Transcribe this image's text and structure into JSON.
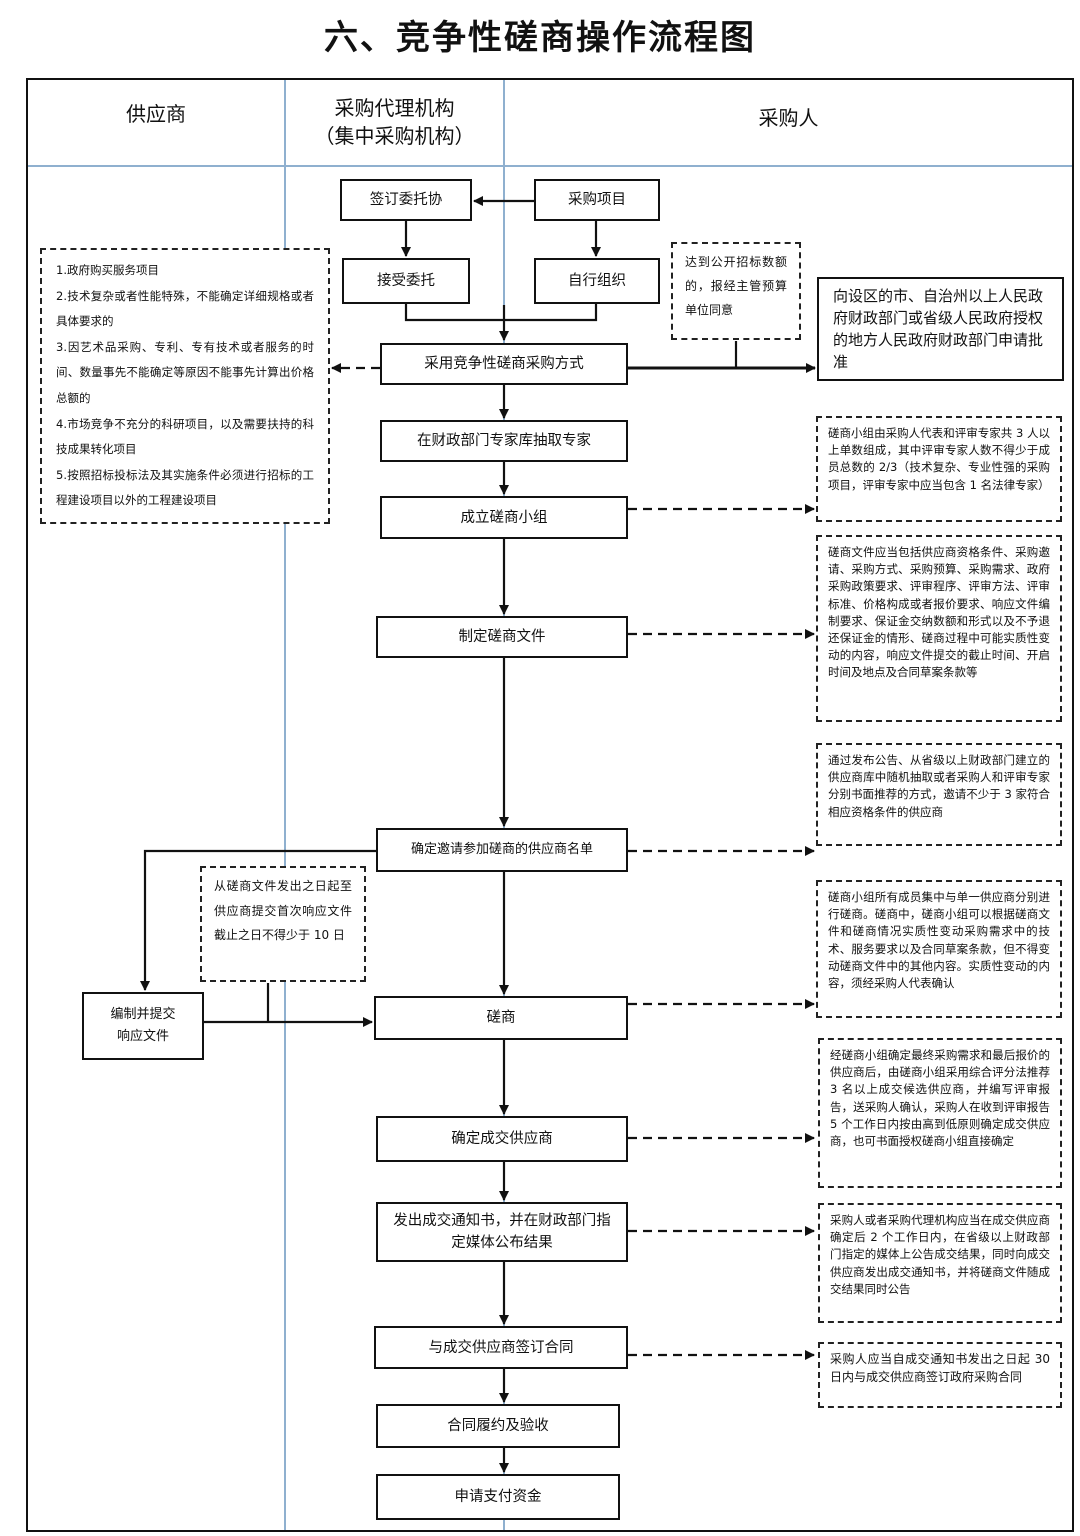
{
  "title": "六、竞争性磋商操作流程图",
  "lanes": {
    "supplier": "供应商",
    "agency_line1": "采购代理机构",
    "agency_line2": "（集中采购机构）",
    "purchaser": "采购人"
  },
  "boxes": {
    "sign_entrust": "签订委托协",
    "purchase_project": "采购项目",
    "accept_entrust": "接受委托",
    "self_organize": "自行组织",
    "approval_request": "向设区的市、自治州以上人民政府财政部门或省级人民政府授权的地方人民政府财政部门申请批准",
    "adopt_method": "采用竞争性磋商采购方式",
    "draw_experts": "在财政部门专家库抽取专家",
    "form_group": "成立磋商小组",
    "draft_docs": "制定磋商文件",
    "invite_list": "确定邀请参加磋商的供应商名单",
    "prepare_response_line1": "编制并提交",
    "prepare_response_line2": "响应文件",
    "consultation": "磋商",
    "determine_supplier": "确定成交供应商",
    "issue_notice": "发出成交通知书，并在财政部门指定媒体公布结果",
    "sign_contract": "与成交供应商签订合同",
    "perform_accept": "合同履约及验收",
    "apply_payment": "申请支付资金"
  },
  "notes": {
    "threshold": "达到公开招标数额的，报经主管预算单位同意",
    "applicable": [
      "1.政府购买服务项目",
      "2.技术复杂或者性能特殊，不能确定详细规格或者具体要求的",
      "3.因艺术品采购、专利、专有技术或者服务的时间、数量事先不能确定等原因不能事先计算出价格总额的",
      "4.市场竞争不充分的科研项目，以及需要扶持的科技成果转化项目",
      "5.按照招标投标法及其实施条件必须进行招标的工程建设项目以外的工程建设项目"
    ],
    "group": "磋商小组由采购人代表和评审专家共 3 人以上单数组成，其中评审专家人数不得少于成员总数的 2/3（技术复杂、专业性强的采购项目，评审专家中应当包含 1 名法律专家）",
    "docs": "磋商文件应当包括供应商资格条件、采购邀请、采购方式、采购预算、采购需求、政府采购政策要求、评审程序、评审方法、评审标准、价格构成或者报价要求、响应文件编制要求、保证金交纳数额和形式以及不予退还保证金的情形、磋商过程中可能实质性变动的内容，响应文件提交的截止时间、开启时间及地点及合同草案条款等",
    "invite": "通过发布公告、从省级以上财政部门建立的供应商库中随机抽取或者采购人和评审专家分别书面推荐的方式，邀请不少于 3 家符合相应资格条件的供应商",
    "deadline": "从磋商文件发出之日起至供应商提交首次响应文件截止之日不得少于 10 日",
    "consult": "磋商小组所有成员集中与单一供应商分别进行磋商。磋商中，磋商小组可以根据磋商文件和磋商情况实质性变动采购需求中的技术、服务要求以及合同草案条款，但不得变动磋商文件中的其他内容。实质性变动的内容，须经采购人代表确认",
    "determine": "经磋商小组确定最终采购需求和最后报价的供应商后，由磋商小组采用综合评分法推荐 3 名以上成交候选供应商，并编写评审报告，送采购人确认，采购人在收到评审报告 5 个工作日内按由高到低原则确定成交供应商，也可书面授权磋商小组直接确定",
    "notice": "采购人或者采购代理机构应当在成交供应商确定后 2 个工作日内，在省级以上财政部门指定的媒体上公告成交结果，同时向成交供应商发出成交通知书，并将磋商文件随成交结果同时公告",
    "contract": "采购人应当自成交通知书发出之日起 30 日内与成交供应商签订政府采购合同"
  }
}
